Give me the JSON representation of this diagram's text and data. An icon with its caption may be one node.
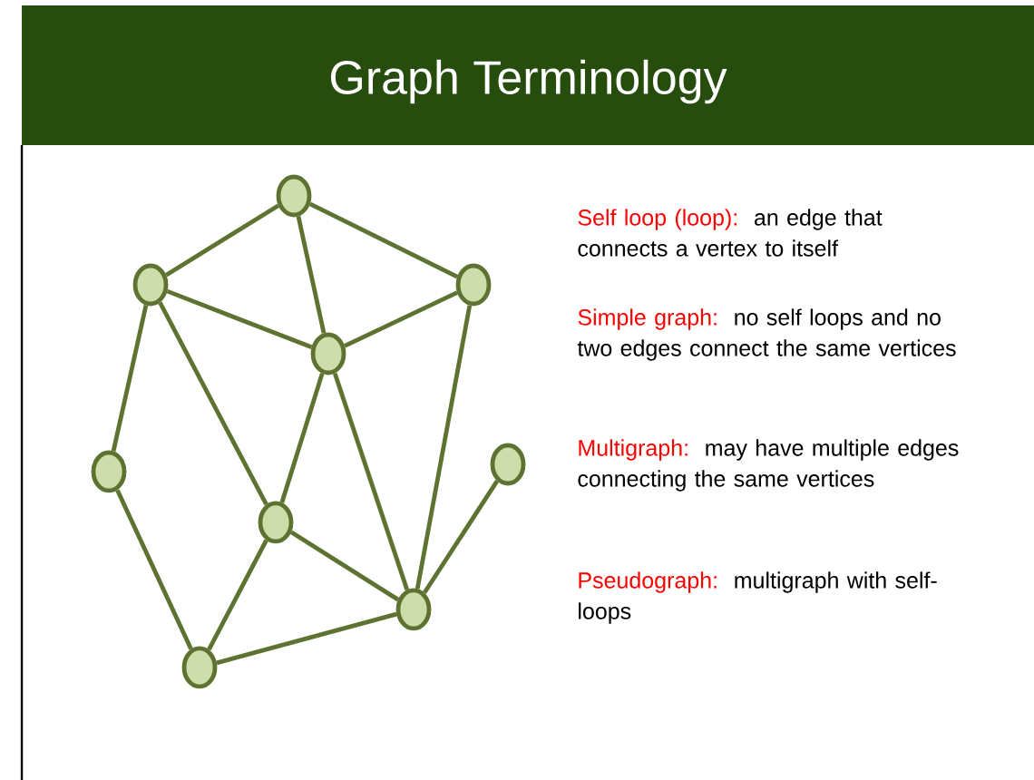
{
  "diagram": {
    "title": "Graph Terminology",
    "nodes": [
      {
        "text": [],
        "shape": "circle"
      },
      {
        "text": [],
        "shape": "circle"
      },
      {
        "text": [],
        "shape": "circle"
      },
      {
        "text": [],
        "shape": "circle"
      },
      {
        "text": [],
        "shape": "circle"
      },
      {
        "text": [],
        "shape": "circle"
      },
      {
        "text": [],
        "shape": "circle"
      },
      {
        "text": [],
        "shape": "circle"
      },
      {
        "text": [],
        "shape": "circle"
      }
    ],
    "edges": [
      {
        "from": 0,
        "to": 1,
        "arrow": "none"
      },
      {
        "from": 0,
        "to": 2,
        "arrow": "none"
      },
      {
        "from": 0,
        "to": 3,
        "arrow": "none"
      },
      {
        "from": 1,
        "to": 3,
        "arrow": "none"
      },
      {
        "from": 1,
        "to": 4,
        "arrow": "none"
      },
      {
        "from": 1,
        "to": 6,
        "arrow": "none"
      },
      {
        "from": 2,
        "to": 3,
        "arrow": "none"
      },
      {
        "from": 2,
        "to": 7,
        "arrow": "none"
      },
      {
        "from": 3,
        "to": 6,
        "arrow": "none"
      },
      {
        "from": 3,
        "to": 7,
        "arrow": "none"
      },
      {
        "from": 4,
        "to": 8,
        "arrow": "none"
      },
      {
        "from": 6,
        "to": 8,
        "arrow": "none"
      },
      {
        "from": 6,
        "to": 7,
        "arrow": "none"
      },
      {
        "from": 8,
        "to": 7,
        "arrow": "none"
      },
      {
        "from": 5,
        "to": 7,
        "arrow": "none"
      }
    ],
    "labels": [
      "Self loop (loop):",
      "an edge that connects a vertex to itself",
      "Simple graph:",
      "no self loops and no two edges connect the same vertices",
      "Multigraph:",
      "may have multiple edges connecting the same vertices",
      "Pseudograph:",
      "multigraph with self-loops"
    ]
  }
}
